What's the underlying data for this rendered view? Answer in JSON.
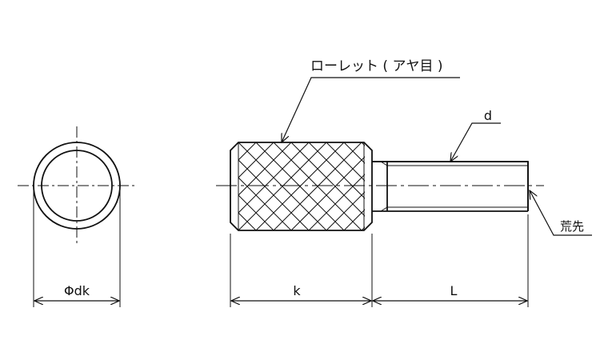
{
  "labels": {
    "knurl_note": "ローレット ( アヤ目 )",
    "thread_dim": "d",
    "chamfer_note": "荒先",
    "head_diameter": "Φdk",
    "head_length": "k",
    "length": "L"
  },
  "colors": {
    "line": "#111111",
    "background": "#ffffff"
  }
}
